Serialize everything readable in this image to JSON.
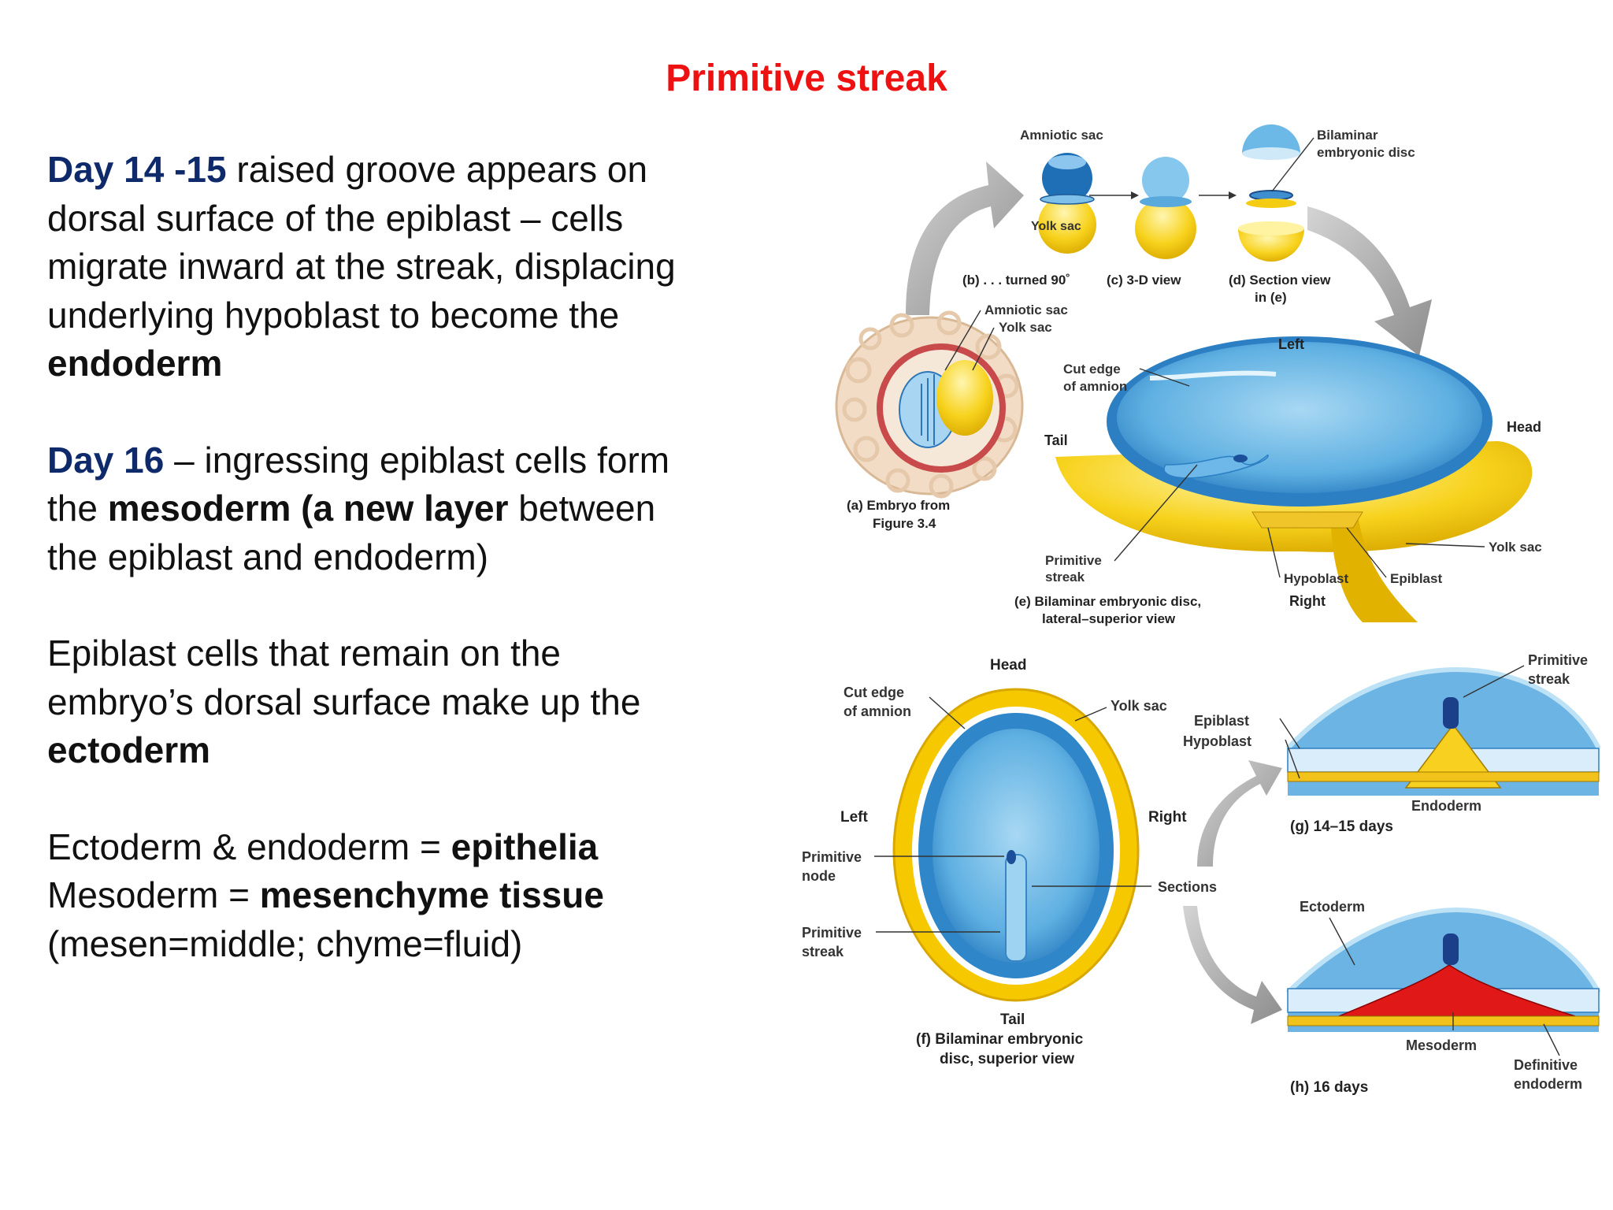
{
  "title": "Primitive streak",
  "text": {
    "p1": {
      "day": "Day 14 -15",
      "t1": " raised groove appears on dorsal surface of the epiblast – cells migrate inward at the streak, displacing underlying hypoblast to become the ",
      "bold": "endoderm"
    },
    "p2": {
      "day": "Day 16",
      "t1": " – ingressing epiblast cells form the ",
      "bold": "mesoderm (a new layer",
      "t2": " between the epiblast and endoderm)"
    },
    "p3": {
      "t1": "Epiblast cells that remain on the embryo’s dorsal surface make up the ",
      "bold": "ectoderm"
    },
    "p4": {
      "l1a": "Ectoderm & endoderm = ",
      "l1b": "epithelia",
      "l2a": "Mesoderm = ",
      "l2b": "mesenchyme tissue",
      "l3": "(mesen=middle; chyme=fluid)"
    }
  },
  "figure": {
    "amniotic_sac": "Amniotic sac",
    "yolk_sac": "Yolk sac",
    "bilaminar_1": "Bilaminar",
    "bilaminar_2": "embryonic disc",
    "b_caption": "(b) . . . turned 90˚",
    "c_caption": "(c) 3-D view",
    "d_caption_1": "(d) Section view",
    "d_caption_2": "in (e)",
    "a_amniotic": "Amniotic sac",
    "a_yolk": "Yolk sac",
    "a_caption_1": "(a) Embryo from",
    "a_caption_2": "Figure 3.4",
    "e_left": "Left",
    "e_cut_1": "Cut edge",
    "e_cut_2": "of amnion",
    "e_tail": "Tail",
    "e_head": "Head",
    "e_yolk": "Yolk sac",
    "e_ps_1": "Primitive",
    "e_ps_2": "streak",
    "e_hypoblast": "Hypoblast",
    "e_epiblast": "Epiblast",
    "e_right": "Right",
    "e_caption_1": "(e) Bilaminar embryonic disc,",
    "e_caption_2": "lateral–superior view",
    "f_head": "Head",
    "f_cut_1": "Cut edge",
    "f_cut_2": "of amnion",
    "f_yolk": "Yolk sac",
    "f_left": "Left",
    "f_right": "Right",
    "f_pn_1": "Primitive",
    "f_pn_2": "node",
    "f_ps_1": "Primitive",
    "f_ps_2": "streak",
    "f_sections": "Sections",
    "f_tail": "Tail",
    "f_caption_1": "(f) Bilaminar embryonic",
    "f_caption_2": "disc, superior view",
    "g_ps_1": "Primitive",
    "g_ps_2": "streak",
    "g_epiblast": "Epiblast",
    "g_hypoblast": "Hypoblast",
    "g_endoderm": "Endoderm",
    "g_caption": "(g) 14–15 days",
    "h_ectoderm": "Ectoderm",
    "h_mesoderm": "Mesoderm",
    "h_def_1": "Definitive",
    "h_def_2": "endoderm",
    "h_caption": "(h) 16 days"
  },
  "colors": {
    "title": "#ee1111",
    "day": "#0f2a6b",
    "yolk": "#f5c400",
    "disc": "#4a9fd8",
    "mesoderm": "#e01818"
  }
}
